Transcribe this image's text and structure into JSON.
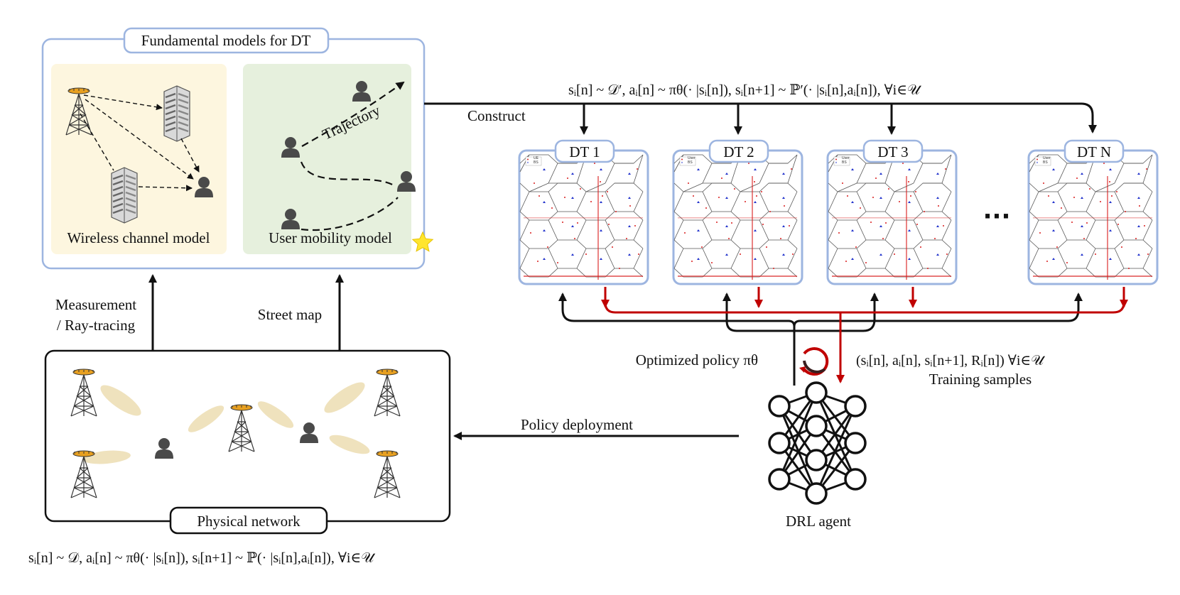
{
  "fundamental": {
    "title": "Fundamental models for DT",
    "wireless_label": "Wireless channel model",
    "mobility_label": "User mobility model",
    "trajectory_label": "Trajectory"
  },
  "physical": {
    "title": "Physical network",
    "equation": "sᵢ[n] ~ 𝒟, aᵢ[n] ~ πθ(· |sᵢ[n]), sᵢ[n+1] ~ ℙ(· |sᵢ[n],aᵢ[n]), ∀i∈𝒰"
  },
  "arrows": {
    "measurement_line1": "Measurement",
    "measurement_line2": "/ Ray-tracing",
    "street_map": "Street map",
    "construct": "Construct",
    "policy_deployment": "Policy deployment",
    "optimized_policy": "Optimized policy πθ",
    "training_samples_tuple": "(sᵢ[n], aᵢ[n], sᵢ[n+1], Rᵢ[n])  ∀i∈𝒰",
    "training_samples": "Training samples"
  },
  "dt": {
    "equation": "sᵢ[n] ~ 𝒟′, aᵢ[n] ~ πθ(· |sᵢ[n]), sᵢ[n+1] ~ ℙ′(· |sᵢ[n],aᵢ[n]), ∀i∈𝒰",
    "twins": [
      {
        "label": "DT 1"
      },
      {
        "label": "DT 2"
      },
      {
        "label": "DT 3"
      },
      {
        "label": "DT N"
      }
    ],
    "ellipsis": "···",
    "legend_user": "User",
    "legend_bs": "BS",
    "legend_ue": "UE"
  },
  "agent": {
    "label": "DRL agent"
  },
  "colors": {
    "box_border": "#9db5e0",
    "wireless_bg": "#fdf6df",
    "mobility_bg": "#e6f0dd",
    "feedback_red": "#c00000",
    "user_icon": "#4a4a4a",
    "tower_accent": "#e8a020",
    "beam": "#efe2bd"
  }
}
